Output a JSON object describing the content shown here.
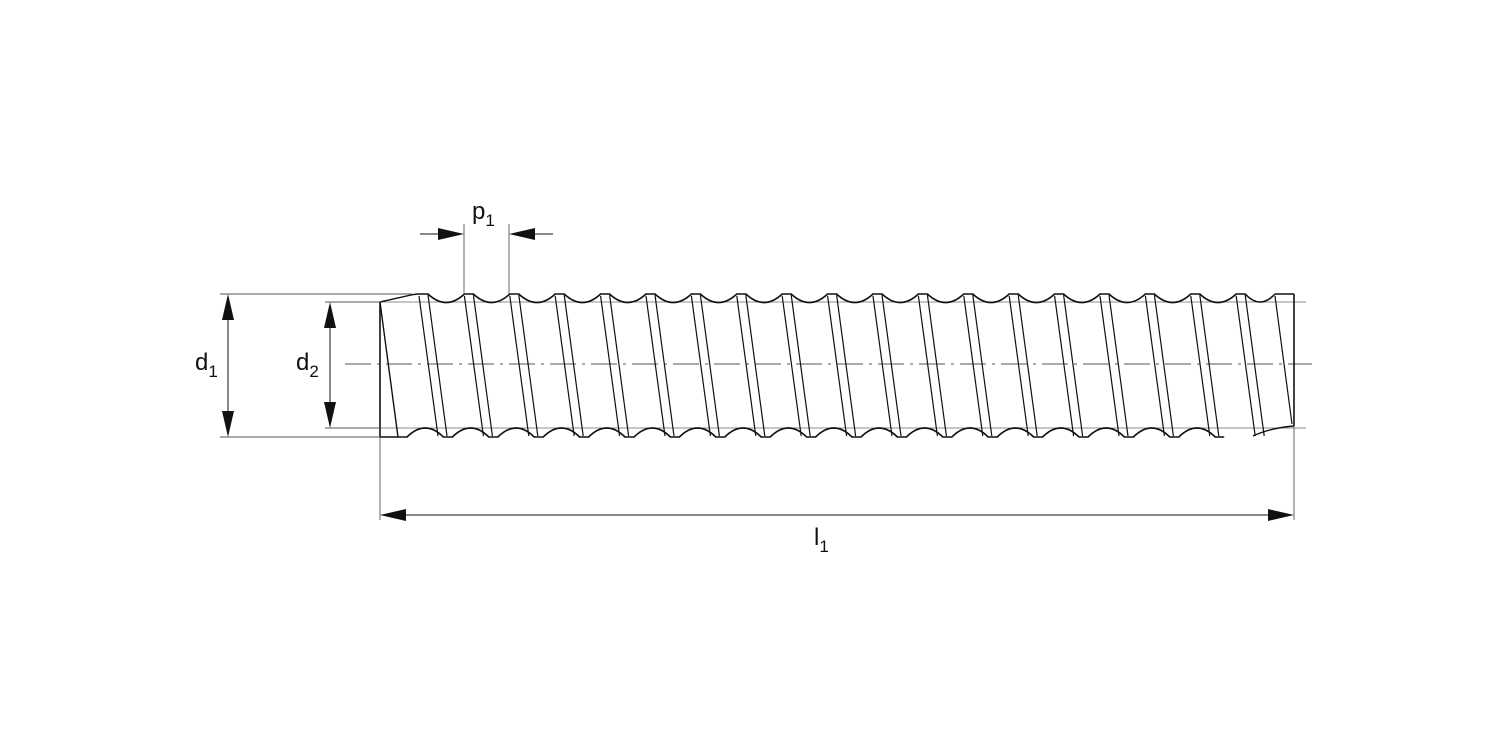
{
  "labels": {
    "d1": {
      "main": "d",
      "sub": "1"
    },
    "d2": {
      "main": "d",
      "sub": "2"
    },
    "p1": {
      "main": "p",
      "sub": "1"
    },
    "l1": {
      "main": "l",
      "sub": "1"
    }
  },
  "colors": {
    "outline": "#111111",
    "thin": "#333333",
    "center_line": "#555555",
    "background": "#ffffff"
  }
}
